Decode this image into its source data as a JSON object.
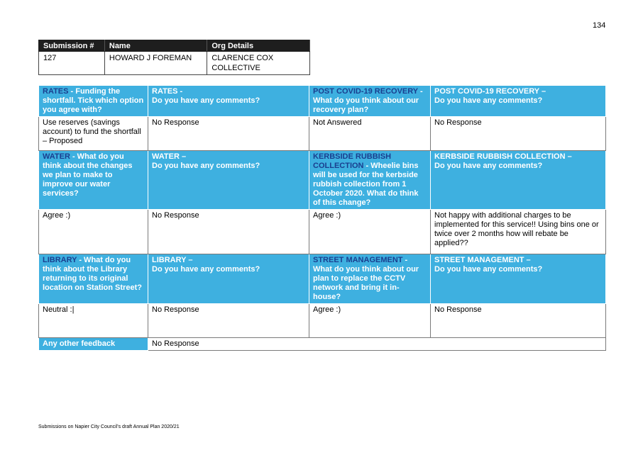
{
  "page_number": "134",
  "submission": {
    "headers": [
      "Submission #",
      "Name",
      "Org Details"
    ],
    "number": "127",
    "name": "HOWARD J FOREMAN",
    "org_line1": "CLARENCE COX",
    "org_line2": "COLLECTIVE"
  },
  "rows": {
    "r1": {
      "h1_topic": "RATES",
      "h1_q": " - Funding the shortfall. Tick which option you agree with?",
      "h2_topic": "RATES -",
      "h2_q": "Do you have any comments?",
      "h3_topic": "POST COVID-19 RECOVERY",
      "h3_q": " - What do you think about our recovery plan?",
      "h4_topic": "POST COVID-19 RECOVERY –",
      "h4_q": "Do you have any comments?",
      "a1": "Use reserves (savings account) to fund the shortfall – Proposed",
      "a2": "No Response",
      "a3": "Not Answered",
      "a4": "No Response"
    },
    "r2": {
      "h1_topic": "WATER",
      "h1_q": " - What do you think about the changes we plan to make to improve our water services?",
      "h2_topic": "WATER –",
      "h2_q": "Do you have any comments?",
      "h3_topic": "KERBSIDE RUBBISH COLLECTION",
      "h3_q": " - Wheelie bins will be used for the kerbside rubbish collection from 1 October 2020. What do think of this change?",
      "h4_topic": "KERBSIDE RUBBISH COLLECTION –",
      "h4_q": "Do you have any comments?",
      "a1": "Agree :)",
      "a2": "No Response",
      "a3": "Agree :)",
      "a4": "Not happy with additional charges to be implemented for this service!! Using bins one or twice over 2 months how will rebate be applied??"
    },
    "r3": {
      "h1_topic": "LIBRARY",
      "h1_q": " - What do you think about the Library returning to its original location on Station Street?",
      "h2_topic": "LIBRARY –",
      "h2_q": "Do you have any comments?",
      "h3_topic": "STREET MANAGEMENT",
      "h3_q": " - What do you think about our plan to replace the CCTV network and bring it in-house?",
      "h4_topic": "STREET MANAGEMENT –",
      "h4_q": "Do you have any comments?",
      "a1": "Neutral :|",
      "a2": "No Response",
      "a3": "Agree :)",
      "a4": "No Response"
    },
    "other": {
      "label": "Any other feedback",
      "value": "No Response"
    }
  },
  "footer": "Submissions on Napier City Council's draft Annual Plan 2020/21"
}
